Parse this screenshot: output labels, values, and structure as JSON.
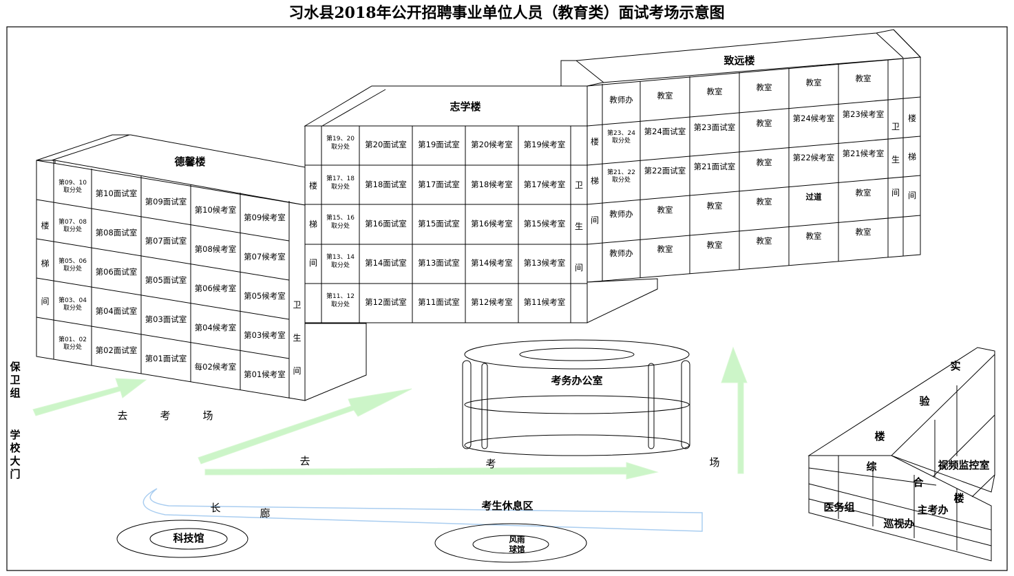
{
  "title": "习水县2018年公开招聘事业单位人员（教育类）面试考场示意图",
  "buildings": {
    "dexin": {
      "name": "德馨楼",
      "stair": [
        "楼",
        "梯",
        "间"
      ],
      "wc": [
        "卫",
        "生",
        "间"
      ],
      "rows": [
        [
          "第09、10\n取分处",
          "第10面试室",
          "第09面试室",
          "第10候考室",
          "第09候考室"
        ],
        [
          "第07、08\n取分处",
          "第08面试室",
          "第07面试室",
          "第08候考室",
          "第07候考室"
        ],
        [
          "第05、06\n取分处",
          "第06面试室",
          "第05面试室",
          "第06候考室",
          "第05候考室"
        ],
        [
          "第03、04\n取分处",
          "第04面试室",
          "第03面试室",
          "第04候考室",
          "第03候考室"
        ],
        [
          "第01、02\n取分处",
          "第02面试室",
          "第01面试室",
          "每02候考室",
          "第01候考室"
        ]
      ]
    },
    "zhixue": {
      "name": "志学楼",
      "stair": [
        "楼",
        "梯",
        "间"
      ],
      "wc": [
        "卫",
        "生",
        "间"
      ],
      "rows": [
        [
          "第19、20\n取分处",
          "第20面试室",
          "第19面试室",
          "第20候考室",
          "第19候考室"
        ],
        [
          "第17、18\n取分处",
          "第18面试室",
          "第17面试室",
          "第18候考室",
          "第17候考室"
        ],
        [
          "第15、16\n取分处",
          "第16面试室",
          "第15面试室",
          "第16候考室",
          "第15候考室"
        ],
        [
          "第13、14\n取分处",
          "第14面试室",
          "第13面试室",
          "第14候考室",
          "第13候考室"
        ],
        [
          "第11、12\n取分处",
          "第12面试室",
          "第11面试室",
          "第12候考室",
          "第11候考室"
        ]
      ]
    },
    "zhiyuan": {
      "name": "致远楼",
      "stair_left": [
        "楼",
        "梯",
        "间"
      ],
      "wc": [
        "卫",
        "生",
        "间"
      ],
      "stair_right": [
        "楼",
        "梯",
        "间"
      ],
      "rows": [
        [
          "教师办",
          "教室",
          "教室",
          "教室",
          "教室",
          "教室"
        ],
        [
          "第23、24\n取分处",
          "第24面试室",
          "第23面试室",
          "教室",
          "第24候考室",
          "第23候考室"
        ],
        [
          "第21、22\n取分处",
          "第22面试室",
          "第21面试室",
          "教室",
          "第22候考室",
          "第21候考室"
        ],
        [
          "教师办",
          "教室",
          "教室",
          "教室",
          "过道",
          "教室"
        ],
        [
          "教师办",
          "教室",
          "教室",
          "教室",
          "教室",
          "教室"
        ]
      ]
    },
    "office": {
      "name": "考务办公室"
    },
    "lab": {
      "chars": [
        "实",
        "验",
        "楼"
      ],
      "zonghe": [
        "综",
        "合",
        "楼"
      ],
      "monitor": "视频监控室",
      "medical": "医务组",
      "patrol": "巡视办",
      "chief": "主考办"
    }
  },
  "labels": {
    "guard": [
      "保",
      "卫",
      "组"
    ],
    "gate": [
      "学",
      "校",
      "大",
      "门"
    ],
    "to_exam_1": [
      "去",
      "考",
      "场"
    ],
    "to_exam_2": [
      "去",
      "考",
      "场"
    ],
    "corridor": [
      "长",
      "廊"
    ],
    "rest_area": "考生休息区",
    "tech_hall": "科技馆",
    "ball_hall": [
      "风雨",
      "球馆"
    ]
  },
  "colors": {
    "arrow": "#ccf5c8",
    "corridor": "#a9cdf0",
    "line": "#000000"
  }
}
